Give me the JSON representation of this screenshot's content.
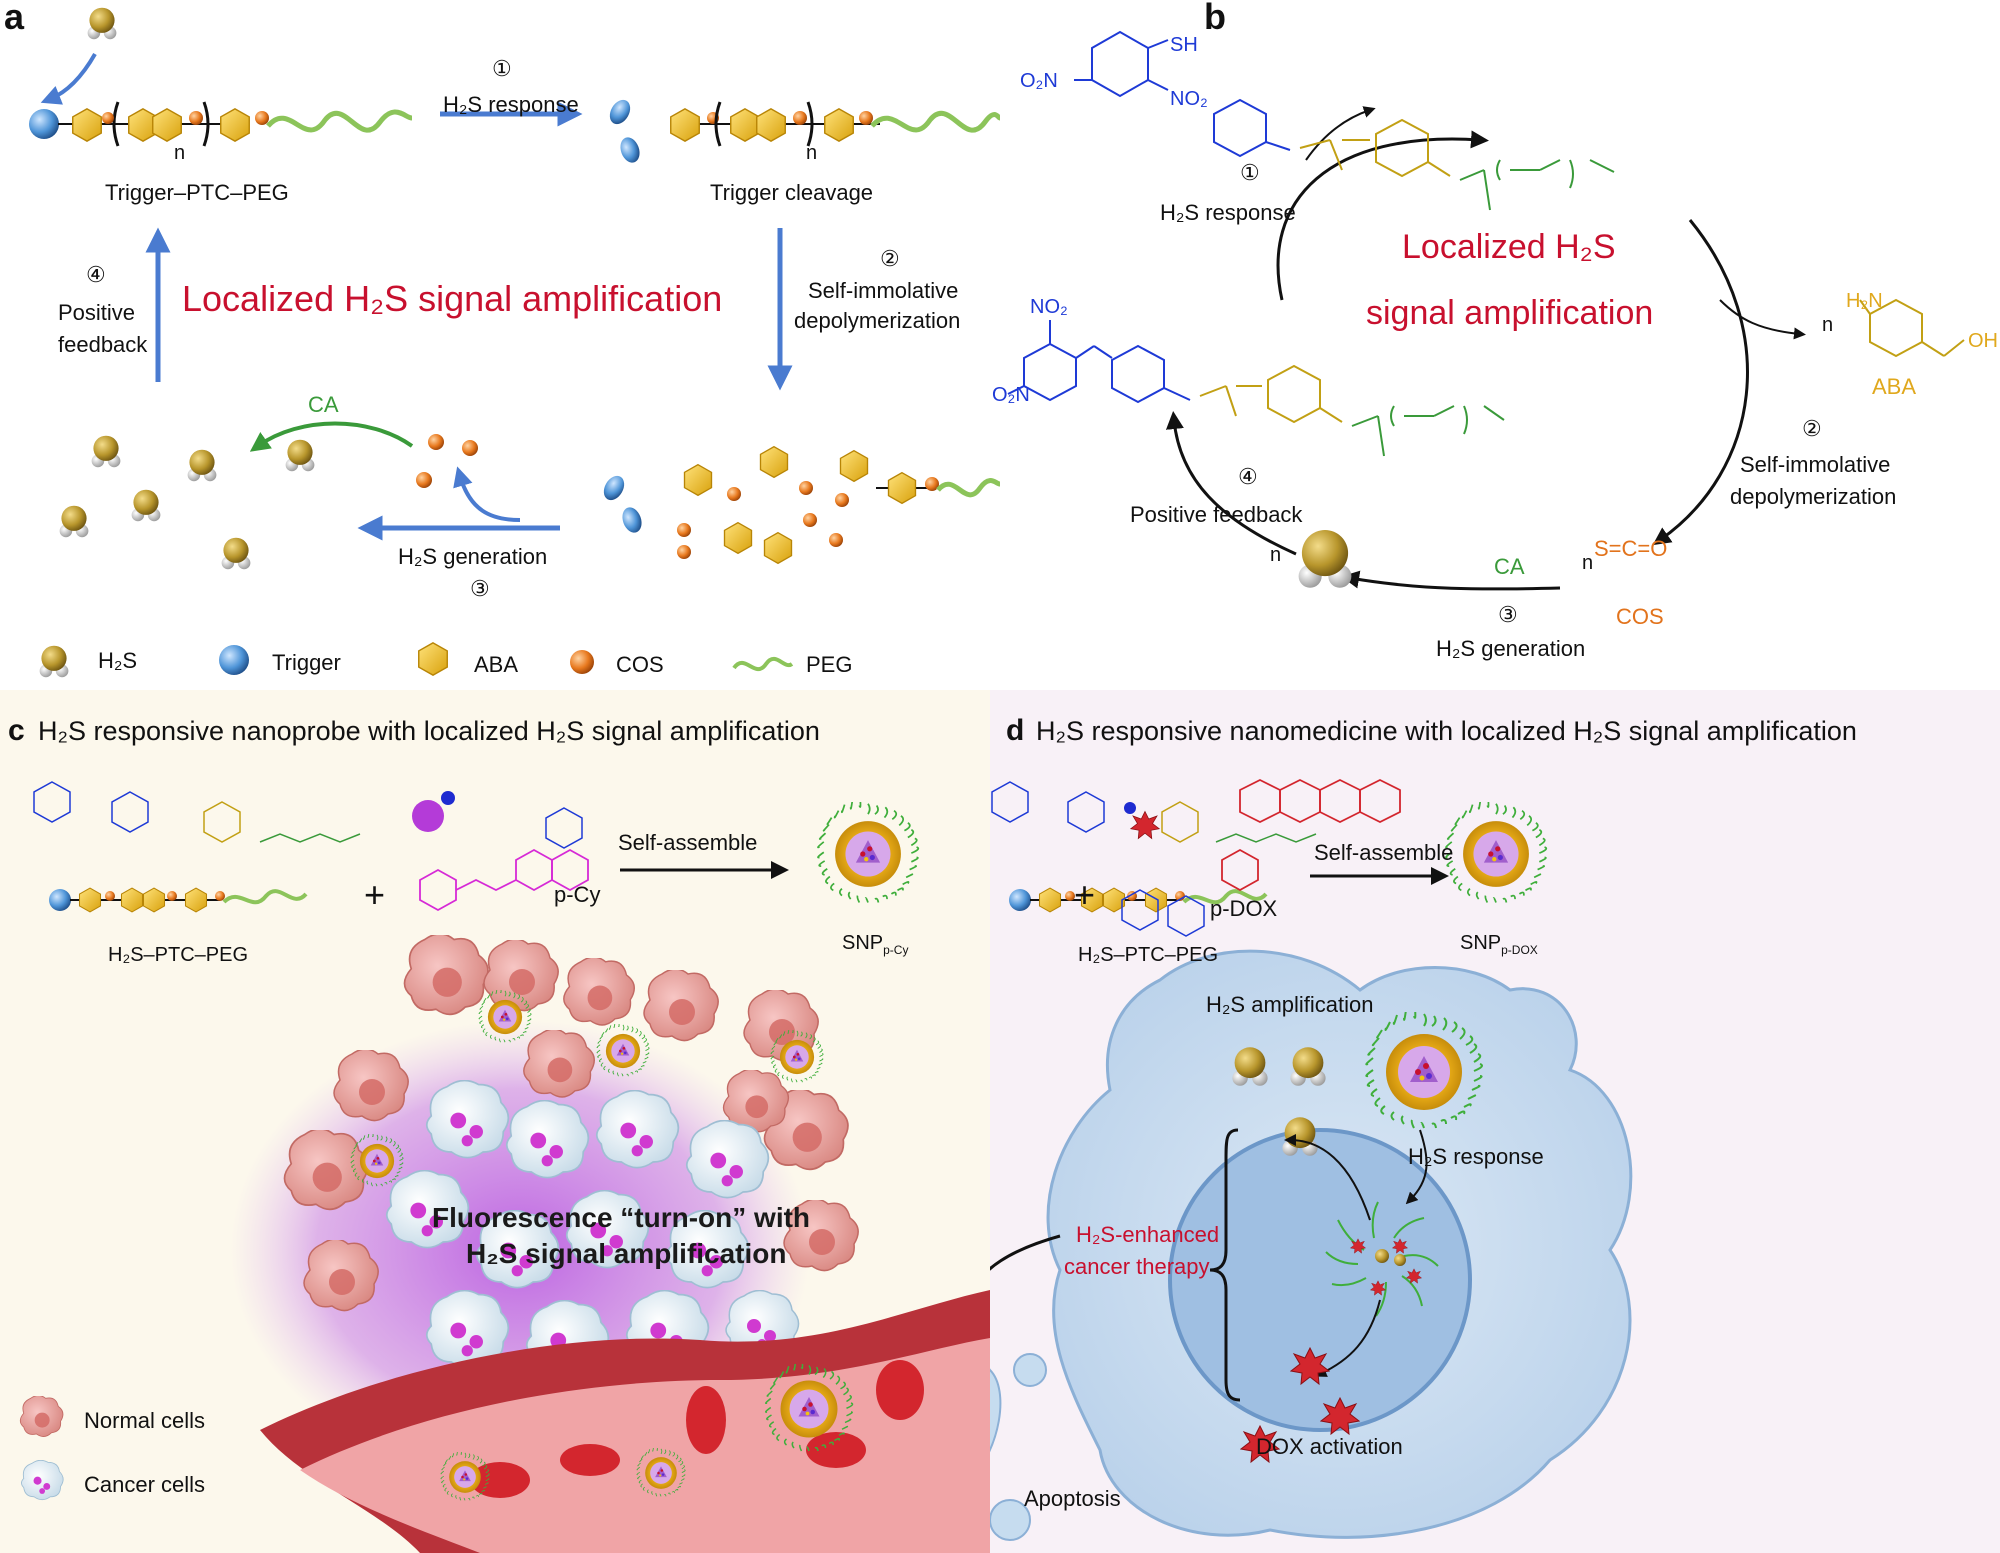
{
  "panel_a": {
    "letter": "a",
    "label_trigger_ptc_peg": "Trigger–PTC–PEG",
    "label_trigger_cleavage": "Trigger cleavage",
    "step1_num": "①",
    "step1_text": "H₂S response",
    "step2_num": "②",
    "step2_text_1": "Self-immolative",
    "step2_text_2": "depolymerization",
    "step3_num": "③",
    "step3_text": "H₂S generation",
    "step4_num": "④",
    "step4_text_1": "Positive",
    "step4_text_2": "feedback",
    "center_title": "Localized H₂S signal amplification",
    "ca_label": "CA",
    "subscript_n": "n",
    "legend": {
      "h2s": "H₂S",
      "trigger": "Trigger",
      "aba": "ABA",
      "cos": "COS",
      "peg": "PEG"
    }
  },
  "panel_b": {
    "letter": "b",
    "center_title_1": "Localized H₂S",
    "center_title_2": "signal amplification",
    "step1_num": "①",
    "step1_text": "H₂S response",
    "step2_num": "②",
    "step2_text_1": "Self-immolative",
    "step2_text_2": "depolymerization",
    "step3_num": "③",
    "step3_text": "H₂S generation",
    "step4_num": "④",
    "step4_text": "Positive feedback",
    "ca_label": "CA",
    "aba_label": "ABA",
    "cos_label": "COS",
    "h2s_badge": "H₂S",
    "n_label": "n",
    "sh_label": "SH",
    "no2_label": "NO₂",
    "o2n_label": "O₂N",
    "nh2_label": "H₂N",
    "oh_label": "OH",
    "cos_formula": "S=C=O"
  },
  "panel_c": {
    "letter": "c",
    "title": "H₂S  responsive nanoprobe with localized H₂S signal amplification",
    "polymer_label": "H₂S–PTC–PEG",
    "probe_label": "p-Cy",
    "arrow_label": "Self-assemble",
    "snp_label": "SNP",
    "snp_sub": "p-Cy",
    "plus": "+",
    "center_text_1": "Fluorescence “turn-on” with",
    "center_text_2": "H₂S signal amplification",
    "legend_normal": "Normal cells",
    "legend_cancer": "Cancer cells"
  },
  "panel_d": {
    "letter": "d",
    "title": "H₂S responsive nanomedicine with localized H₂S signal amplification",
    "polymer_label": "H₂S–PTC–PEG",
    "drug_label": "p-DOX",
    "arrow_label": "Self-assemble",
    "snp_label": "SNP",
    "snp_sub": "p-DOX",
    "plus": "+",
    "h2s_amplification": "H₂S amplification",
    "h2s_response": "H₂S response",
    "enhanced_1": "H₂S-enhanced",
    "enhanced_2": "cancer therapy",
    "dox_activation": "DOX activation",
    "apoptosis": "Apoptosis",
    "h2s_badge": "H₂S"
  },
  "colors": {
    "accent_red": "#c8102e",
    "arrow_blue": "#4a7bd0",
    "ca_green": "#3a9a3a",
    "aba_gold": "#e0a81d",
    "cos_orange": "#e2731c",
    "trigger_blue": "#1e3ad6",
    "panel_c_bg": "#fcf8ec",
    "panel_d_bg": "#f8f1f7"
  }
}
